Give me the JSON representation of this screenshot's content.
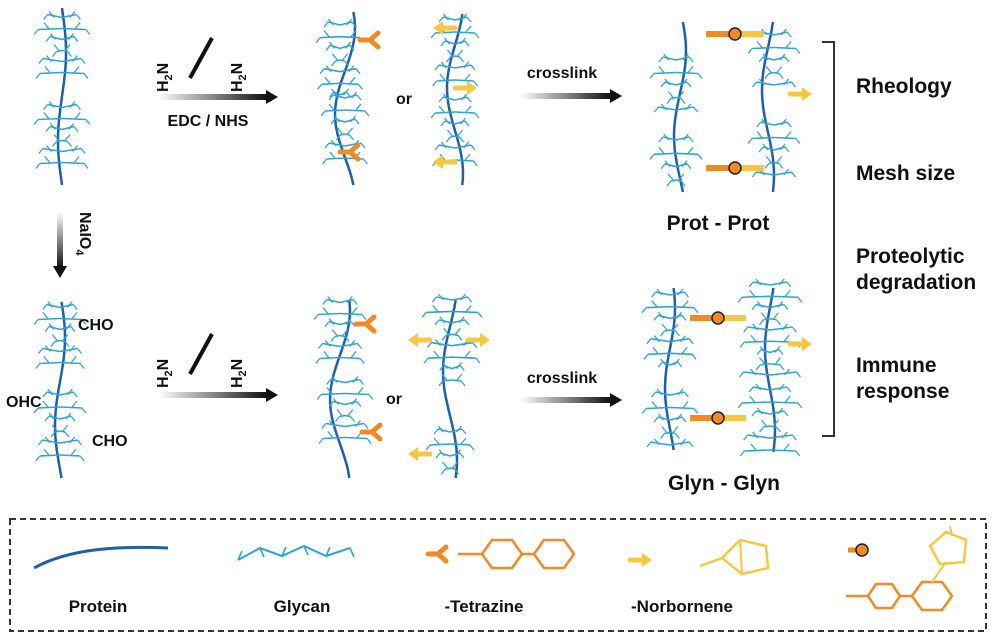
{
  "reagents": {
    "h2n": "H",
    "sub": "2",
    "n": "N",
    "coupling": "EDC / NHS",
    "oxidant": "NaIO",
    "oxidant_sub": "4",
    "or": "or",
    "crosslink": "crosslink"
  },
  "groups": {
    "cho": "CHO",
    "ohc": "OHC"
  },
  "products": {
    "prot_prot": "Prot - Prot",
    "glyn_glyn": "Glyn - Glyn"
  },
  "outcomes": [
    "Rheology",
    "Mesh size",
    "Proteolytic",
    "degradation",
    "Immune",
    "response"
  ],
  "legend": {
    "protein": "Protein",
    "glycan": "Glycan",
    "tetrazine": "-Tetrazine",
    "norbornene": "-Norbornene"
  },
  "colors": {
    "protein": "#1f5fa8",
    "glycan": "#2ea3d6",
    "tetrazine": "#f08a24",
    "norbornene": "#f7c744",
    "text": "#111111"
  }
}
